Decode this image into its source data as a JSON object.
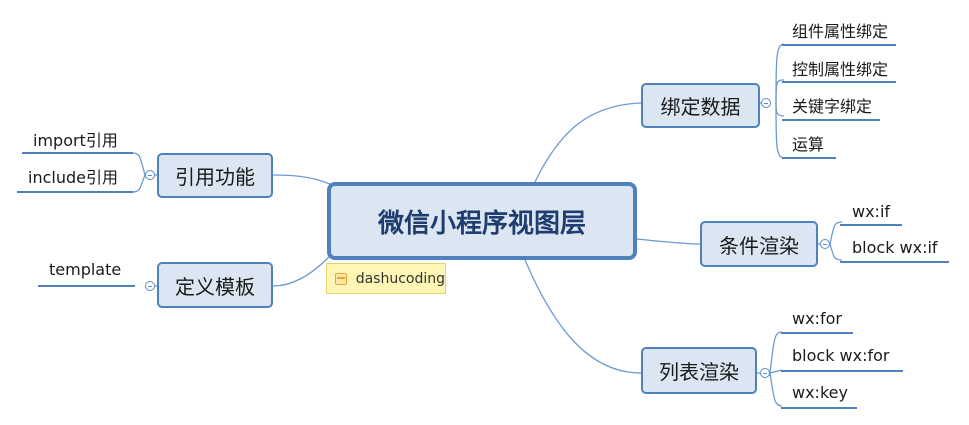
{
  "root": {
    "label": "微信小程序视图层"
  },
  "branches": {
    "binding": {
      "label": "绑定数据",
      "children": [
        "组件属性绑定",
        "控制属性绑定",
        "关键字绑定",
        "运算"
      ]
    },
    "conditional": {
      "label": "条件渲染",
      "children": [
        "wx:if",
        "block wx:if"
      ]
    },
    "list": {
      "label": "列表渲染",
      "children": [
        "wx:for",
        "block wx:for",
        "wx:key"
      ]
    },
    "reference": {
      "label": "引用功能",
      "children": [
        "import引用",
        "include引用"
      ]
    },
    "template": {
      "label": "定义模板",
      "children": [
        "template"
      ]
    }
  },
  "note": {
    "text": "dashucoding",
    "icon": "note-icon"
  },
  "colors": {
    "line": "#6b9bd1",
    "node_fill": "#dce6f2",
    "node_border": "#4f81bd",
    "note_fill": "#fdf6b4"
  }
}
